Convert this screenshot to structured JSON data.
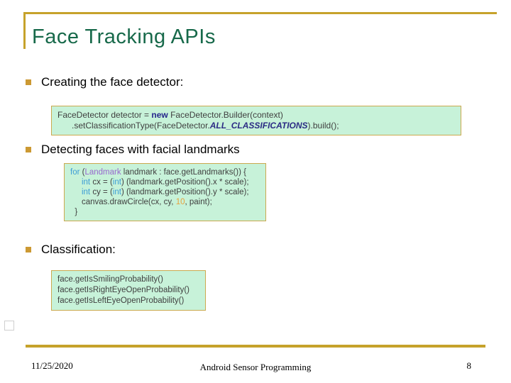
{
  "slide": {
    "title": "Face Tracking APIs",
    "bullets": [
      {
        "label": "Creating the face detector:"
      },
      {
        "label": "Detecting faces with facial landmarks"
      },
      {
        "label": "Classification:"
      }
    ],
    "code_blocks": [
      {
        "name": "create-detector-code",
        "lines": [
          [
            {
              "t": "FaceDetector detector = "
            },
            {
              "t": "new",
              "c": "kw-bold"
            },
            {
              "t": " FaceDetector.Builder(context)"
            }
          ],
          [
            {
              "t": "      .setClassificationType(FaceDetector."
            },
            {
              "t": "ALL_CLASSIFICATIONS",
              "c": "const"
            },
            {
              "t": ").build();"
            }
          ]
        ]
      },
      {
        "name": "landmarks-loop-code",
        "lines": [
          [
            {
              "t": "for",
              "c": "kw"
            },
            {
              "t": " ("
            },
            {
              "t": "Landmark",
              "c": "type"
            },
            {
              "t": " landmark : face.getLandmarks()) {"
            }
          ],
          [
            {
              "t": "     "
            },
            {
              "t": "int",
              "c": "kw"
            },
            {
              "t": " cx = ("
            },
            {
              "t": "int",
              "c": "kw"
            },
            {
              "t": ") (landmark.getPosition().x * scale);"
            }
          ],
          [
            {
              "t": "     "
            },
            {
              "t": "int",
              "c": "kw"
            },
            {
              "t": " cy = ("
            },
            {
              "t": "int",
              "c": "kw"
            },
            {
              "t": ") (landmark.getPosition().y * scale);"
            }
          ],
          [
            {
              "t": "     canvas.drawCircle(cx, cy, "
            },
            {
              "t": "10",
              "c": "num"
            },
            {
              "t": ", paint);"
            }
          ],
          [
            {
              "t": "  }"
            }
          ]
        ]
      },
      {
        "name": "classification-code",
        "lines": [
          [
            {
              "t": "face.getIsSmilingProbability()"
            }
          ],
          [
            {
              "t": "face.getIsRightEyeOpenProbability()"
            }
          ],
          [
            {
              "t": "face.getIsLeftEyeOpenProbability()"
            }
          ]
        ]
      }
    ],
    "footer": {
      "date": "11/25/2020",
      "center": "Android Sensor Programming",
      "page": "8"
    },
    "colors": {
      "accent_gold": "#C6A22B",
      "bullet_gold": "#CC9933",
      "title_green": "#17694A",
      "code_background": "#C7F2D9",
      "code_border": "#CBA94E",
      "keyword_blue": "#3D9DD6",
      "type_purple": "#9868CE",
      "number_orange": "#E8A23D",
      "bold_keyword_navy": "#26268C"
    }
  }
}
